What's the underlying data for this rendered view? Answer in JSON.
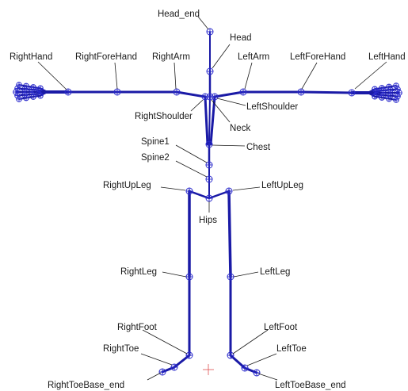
{
  "joints": {
    "head_end": "Head_end",
    "head": "Head",
    "neck": "Neck",
    "chest": "Chest",
    "spine1": "Spine1",
    "spine2": "Spine2",
    "hips": "Hips",
    "right_shoulder": "RightShoulder",
    "left_shoulder": "LeftShoulder",
    "right_arm": "RightArm",
    "left_arm": "LeftArm",
    "right_fore_hand": "RightForeHand",
    "left_fore_hand": "LeftForeHand",
    "right_hand": "RightHand",
    "left_hand": "LeftHand",
    "right_up_leg": "RightUpLeg",
    "left_up_leg": "LeftUpLeg",
    "right_leg": "RightLeg",
    "left_leg": "LeftLeg",
    "right_foot": "RightFoot",
    "left_foot": "LeftFoot",
    "right_toe": "RightToe",
    "left_toe": "LeftToe",
    "right_toe_base_end": "RightToeBase_end",
    "left_toe_base_end": "LeftToeBase_end"
  },
  "colors": {
    "bone": "#1a1aa6",
    "joint": "#2a2acc",
    "leader": "#1a1a1a",
    "origin_marker": "#e05050"
  }
}
